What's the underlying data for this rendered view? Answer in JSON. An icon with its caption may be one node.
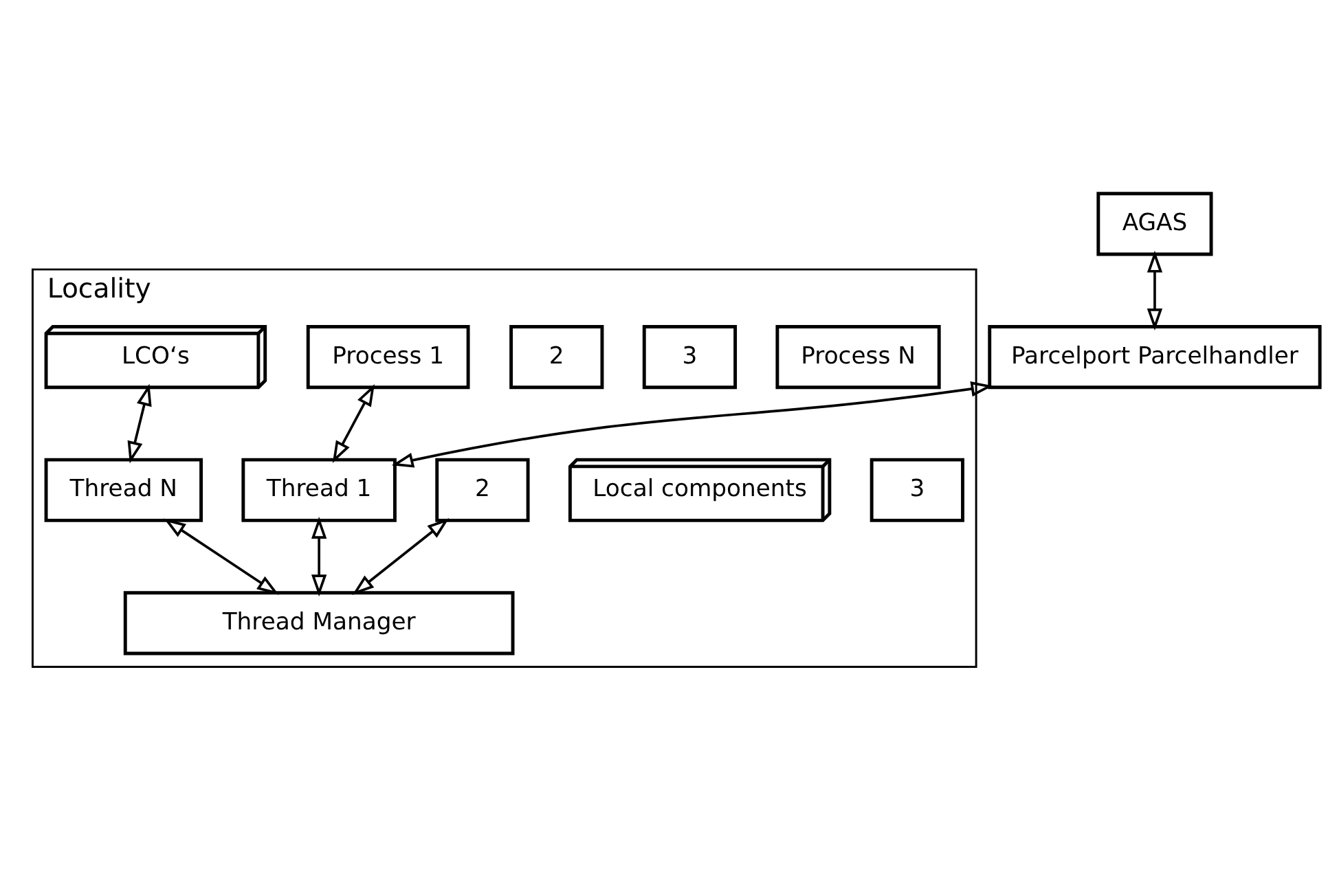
{
  "diagram": {
    "nodes": [
      {
        "text": [
          "Locality"
        ]
      },
      {
        "text": [
          "AGAS"
        ]
      },
      {
        "text": [
          "Parcelport Parcelhandler"
        ]
      },
      {
        "text": [
          "Process 1"
        ],
        "in": 0
      },
      {
        "text": [
          "2"
        ],
        "in": 0
      },
      {
        "text": [
          "3"
        ],
        "in": 0
      },
      {
        "text": [
          "Process N"
        ],
        "in": 0
      },
      {
        "text": [
          "LCO‘s"
        ],
        "in": 0
      },
      {
        "text": [
          "Thread 1"
        ],
        "in": 0
      },
      {
        "text": [
          "2"
        ],
        "in": 0
      },
      {
        "text": [
          "3"
        ],
        "in": 0
      },
      {
        "text": [
          "Thread N"
        ],
        "in": 0
      },
      {
        "text": [
          "Local components"
        ],
        "in": 0
      },
      {
        "text": [
          "Thread Manager"
        ],
        "in": 0
      }
    ],
    "edges": [
      {
        "from": 1,
        "to": 2,
        "arrow": "both"
      },
      {
        "from": 2,
        "to": 8,
        "arrow": "both"
      },
      {
        "from": 3,
        "to": 8,
        "arrow": "both"
      },
      {
        "from": 11,
        "to": 7,
        "arrow": "both"
      },
      {
        "from": 8,
        "to": 13,
        "arrow": "both"
      },
      {
        "from": 9,
        "to": 13,
        "arrow": "both"
      },
      {
        "from": 11,
        "to": 13,
        "arrow": "both"
      }
    ]
  }
}
